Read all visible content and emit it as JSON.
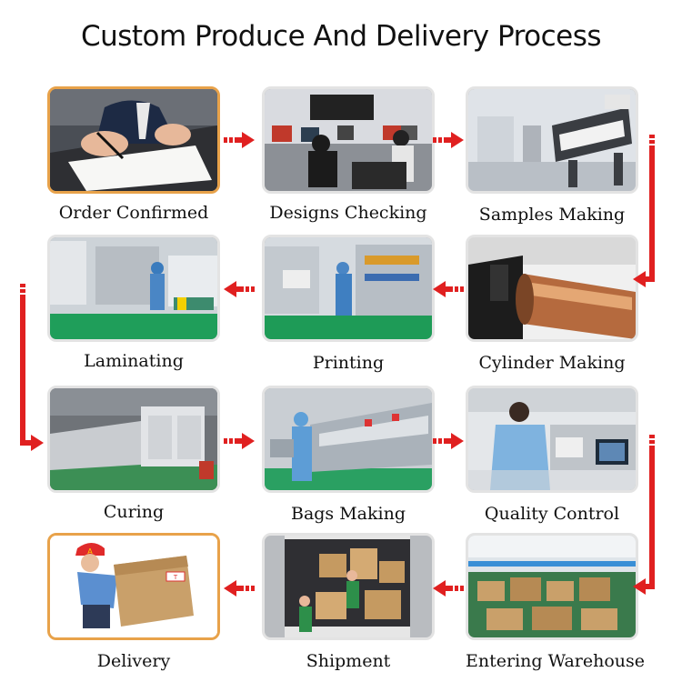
{
  "title": "Custom Produce And Delivery Process",
  "colors": {
    "arrow": "#e02020",
    "highlight_border": "#e8a24a",
    "frame_border": "#e3e3e3"
  },
  "steps": [
    {
      "label": "Order Confirmed"
    },
    {
      "label": "Designs Checking"
    },
    {
      "label": "Samples Making"
    },
    {
      "label": "Cylinder Making"
    },
    {
      "label": "Printing"
    },
    {
      "label": "Laminating"
    },
    {
      "label": "Curing"
    },
    {
      "label": "Bags Making"
    },
    {
      "label": "Quality Control"
    },
    {
      "label": "Entering Warehouse"
    },
    {
      "label": "Shipment"
    },
    {
      "label": "Delivery"
    }
  ],
  "delivery_photo": {
    "cap_text": "A",
    "box_text": "T"
  }
}
